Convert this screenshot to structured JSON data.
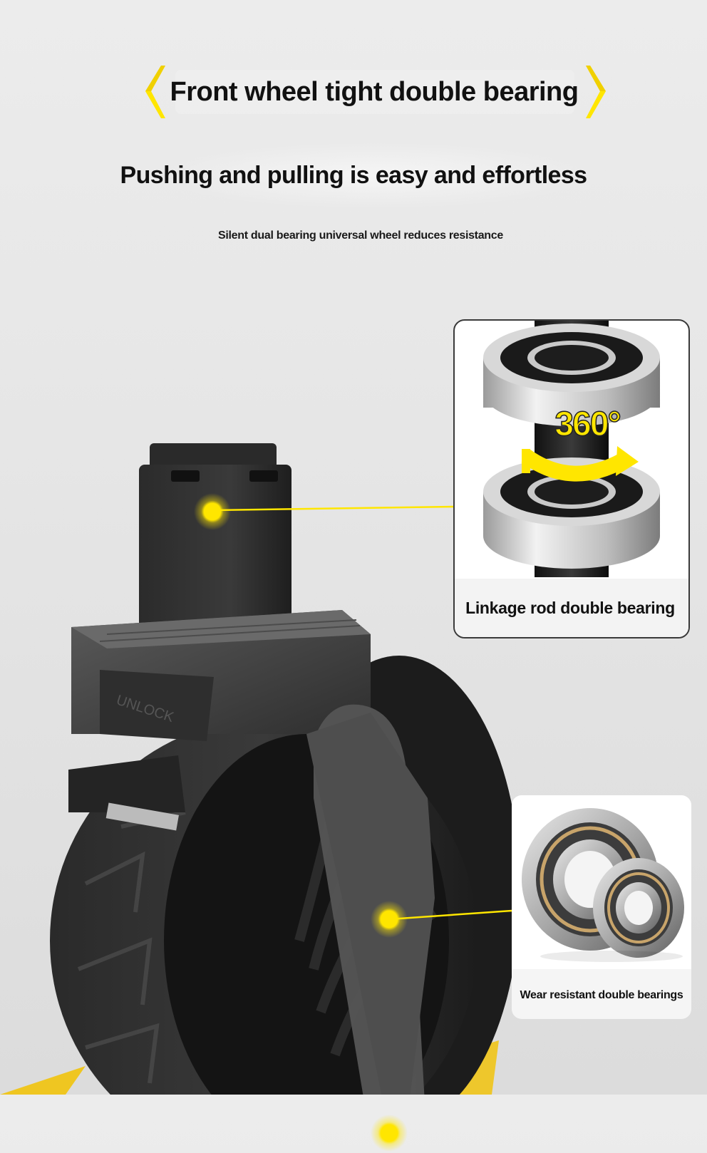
{
  "heading": {
    "title": "Front wheel tight double bearing",
    "subtitle": "Pushing and pulling is easy and effortless",
    "caption": "Silent dual bearing universal wheel reduces resistance"
  },
  "callouts": {
    "top": {
      "label": "Linkage rod double bearing",
      "badge": "360°"
    },
    "bottom": {
      "label": "Wear resistant double bearings"
    }
  },
  "colors": {
    "accent": "#ffe600",
    "accent_dark": "#e0b800",
    "background": "#e8e8e8",
    "text": "#111111"
  }
}
